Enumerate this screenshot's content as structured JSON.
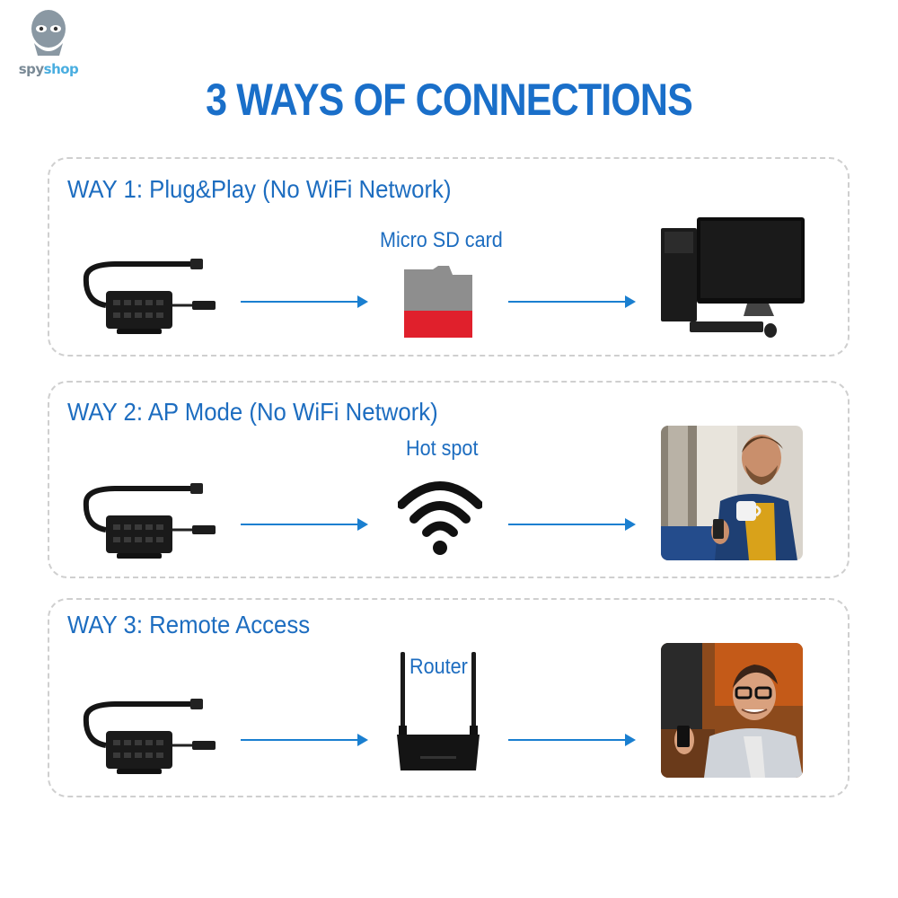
{
  "logo": {
    "text_part1": "spy",
    "text_part2": "shop",
    "icon": "spy-face-icon"
  },
  "title": "3 WAYS OF CONNECTIONS",
  "ways": [
    {
      "title": "WAY 1: Plug&Play (No WiFi Network)",
      "source": "camera-module-icon",
      "middle_label": "Micro SD card",
      "middle": "micro-sd-card-icon",
      "target": "desktop-computer-icon"
    },
    {
      "title": "WAY 2: AP Mode (No WiFi Network)",
      "source": "camera-module-icon",
      "middle_label": "Hot spot",
      "middle": "wifi-hotspot-icon",
      "target": "man-with-phone-photo"
    },
    {
      "title": "WAY 3: Remote Access",
      "source": "camera-module-icon",
      "middle_label": "Router",
      "middle": "router-icon",
      "target": "man-with-phone-cafe-photo"
    }
  ],
  "colors": {
    "accent": "#1a6fc9",
    "arrow": "#1a7fd0",
    "sd_red": "#e0202c"
  }
}
